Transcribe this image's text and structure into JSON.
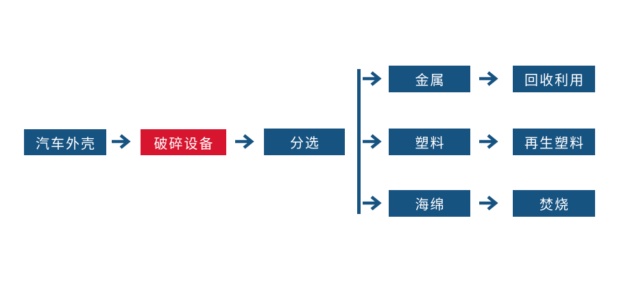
{
  "colors": {
    "primary_blue": "#175381",
    "accent_red": "#d8152f",
    "canvas_white": "#ffffff"
  },
  "diagram": {
    "type": "flowchart",
    "main_flow": [
      {
        "label": "汽车外壳",
        "color": "blue"
      },
      {
        "label": "破碎设备",
        "color": "red"
      },
      {
        "label": "分选",
        "color": "blue"
      }
    ],
    "branches": [
      {
        "material": "金属",
        "outcome": "回收利用"
      },
      {
        "material": "塑料",
        "outcome": "再生塑料"
      },
      {
        "material": "海绵",
        "outcome": "焚烧"
      }
    ]
  }
}
